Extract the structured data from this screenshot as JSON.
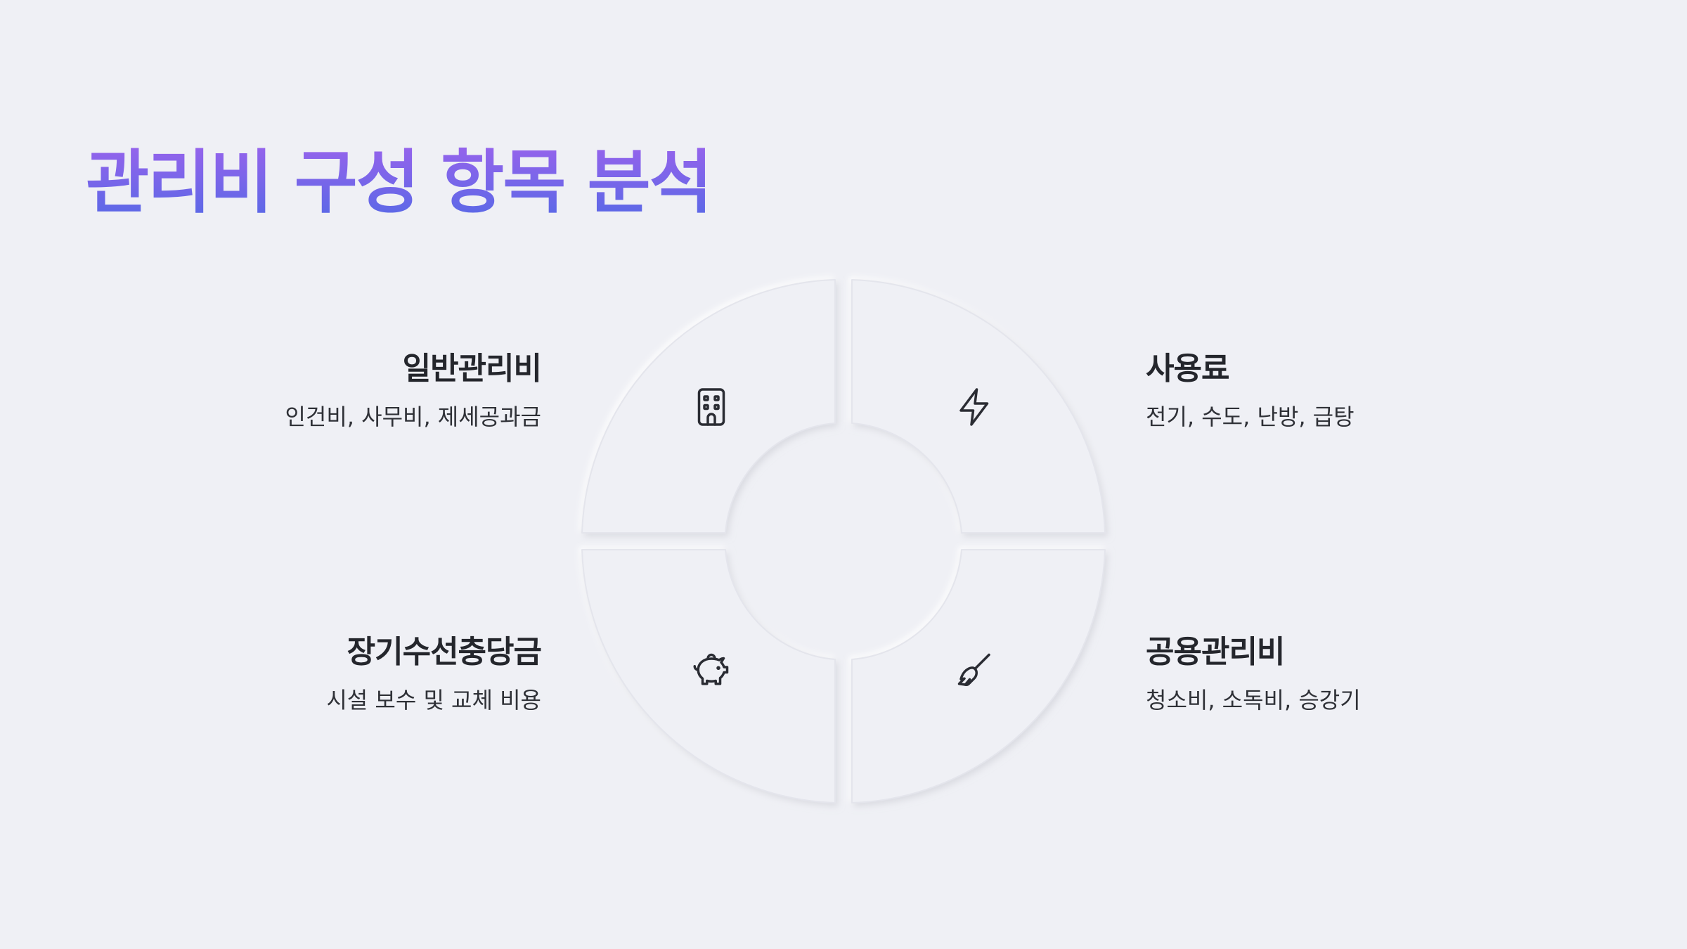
{
  "title": "관리비 구성 항목 분석",
  "colors": {
    "background": "#eff0f5",
    "title_gradient_start": "#9a63ec",
    "title_gradient_end": "#5469e6",
    "heading": "#24262c"
  },
  "quadrants": {
    "top_left": {
      "title": "일반관리비",
      "description": "인건비, 사무비, 제세공과금",
      "icon": "building-icon"
    },
    "top_right": {
      "title": "사용료",
      "description": "전기, 수도, 난방, 급탕",
      "icon": "lightning-icon"
    },
    "bottom_left": {
      "title": "장기수선충당금",
      "description": "시설 보수 및 교체 비용",
      "icon": "piggy-bank-icon"
    },
    "bottom_right": {
      "title": "공용관리비",
      "description": "청소비, 소독비, 승강기",
      "icon": "broom-icon"
    }
  }
}
